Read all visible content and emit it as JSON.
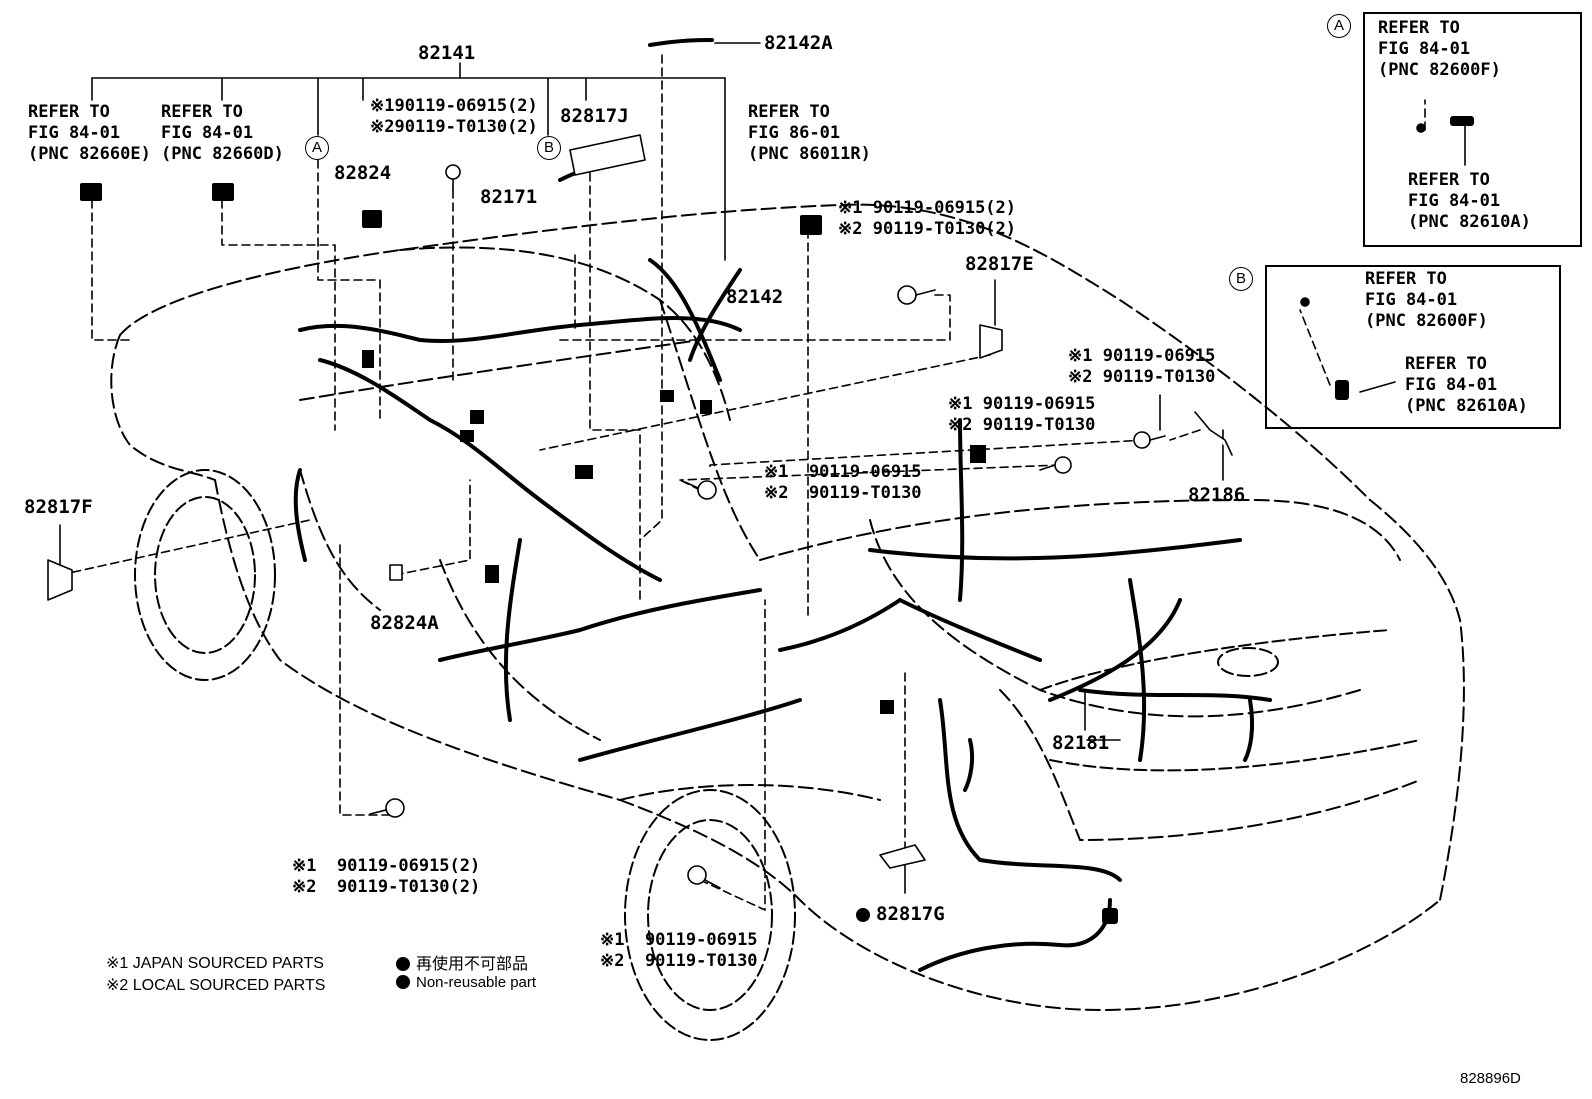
{
  "parts": {
    "p82141": "82141",
    "p82142A": "82142A",
    "p82817J": "82817J",
    "p82824": "82824",
    "p82171": "82171",
    "p82142": "82142",
    "p82817E": "82817E",
    "p82817F": "82817F",
    "p82824A": "82824A",
    "p82186": "82186",
    "p82181": "82181",
    "p82817G": "82817G"
  },
  "refs": {
    "r1": "REFER TO\nFIG 84-01\n(PNC 82660E)",
    "r2": "REFER TO\nFIG 84-01\n(PNC 82660D)",
    "r3": "REFER TO\nFIG 86-01\n(PNC 86011R)"
  },
  "bolts": {
    "b1": "※190119-06915(2)\n※290119-T0130(2)",
    "b2": "※1 90119-06915(2)\n※2 90119-T0130(2)",
    "b3": "※1 90119-06915\n※2 90119-T0130",
    "b4": "※1 90119-06915\n※2 90119-T0130",
    "b5": "※1  90119-06915\n※2  90119-T0130",
    "b6": "※1  90119-06915(2)\n※2  90119-T0130(2)",
    "b7": "※1  90119-06915\n※2  90119-T0130"
  },
  "callouts": {
    "a": "A",
    "b": "B"
  },
  "detail_a": {
    "letter": "A",
    "top": "REFER TO\nFIG 84-01\n(PNC 82600F)",
    "bottom": "REFER TO\nFIG 84-01\n(PNC 82610A)"
  },
  "detail_b": {
    "letter": "B",
    "top": "REFER TO\nFIG 84-01\n(PNC 82600F)",
    "bottom": "REFER TO\nFIG 84-01\n(PNC 82610A)"
  },
  "legend": {
    "note1": "※1 JAPAN SOURCED PARTS",
    "note2": "※2 LOCAL SOURCED PARTS",
    "jp": "再使用不可部品",
    "en": "Non-reusable part"
  },
  "diagram_id": "828896D"
}
